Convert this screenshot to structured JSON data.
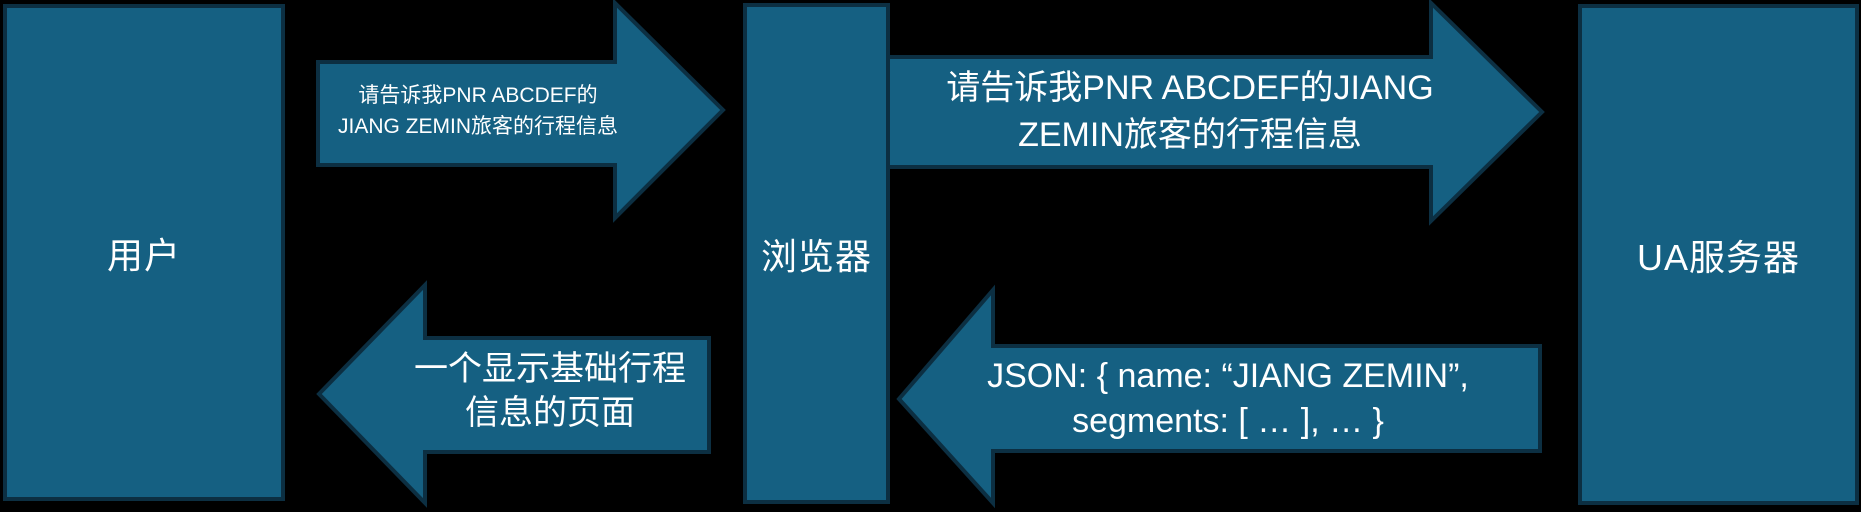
{
  "diagram": {
    "background_color": "#000000",
    "shape_fill_color": "#156082",
    "shape_border_color": "#0C2F42",
    "text_color": "#FFFFFF",
    "nodes": {
      "user": {
        "label": "用户"
      },
      "browser": {
        "label": "浏览器"
      },
      "ua_server": {
        "label": "UA服务器"
      }
    },
    "arrows": {
      "request_browser": {
        "direction": "right",
        "from": "用户",
        "to": "浏览器",
        "line1": "请告诉我PNR ABCDEF的",
        "line2": "JIANG ZEMIN旅客的行程信息"
      },
      "request_server": {
        "direction": "right",
        "from": "浏览器",
        "to": "UA服务器",
        "line1": "请告诉我PNR ABCDEF的JIANG",
        "line2": "ZEMIN旅客的行程信息"
      },
      "response_page": {
        "direction": "left",
        "from": "浏览器",
        "to": "用户",
        "line1": "一个显示基础行程",
        "line2": "信息的页面"
      },
      "response_json": {
        "direction": "left",
        "from": "UA服务器",
        "to": "浏览器",
        "line1": "JSON: { name: “JIANG ZEMIN”,",
        "line2": "segments: [ … ], … }"
      }
    }
  }
}
